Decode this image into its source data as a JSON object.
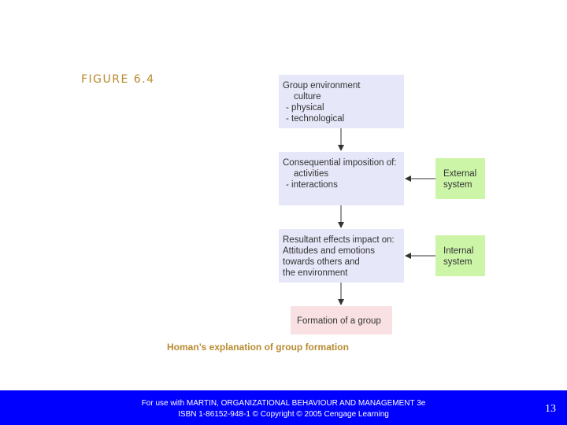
{
  "figure_label": "FIGURE 6.4",
  "caption": "Homan’s explanation of group formation",
  "boxes": {
    "environment": {
      "title": "Group environment",
      "items": [
        "culture",
        "- physical",
        "- technological"
      ]
    },
    "imposition": {
      "title": "Consequential imposition of:",
      "items": [
        "activities",
        "- interactions"
      ]
    },
    "effects": {
      "title": "Resultant effects impact on:",
      "items": [
        "Attitudes and emotions",
        "towards others and",
        "the environment"
      ]
    },
    "formation": {
      "title": "Formation of a group"
    },
    "external": {
      "line1": "External",
      "line2": "system"
    },
    "internal": {
      "line1": "Internal",
      "line2": "system"
    }
  },
  "footer": {
    "line1": "For use with MARTIN, ORGANIZATIONAL BEHAVIOUR AND MANAGEMENT 3e",
    "line2": "ISBN 1-86152-948-1 © Copyright © 2005 Cengage Learning",
    "page": "13"
  },
  "colors": {
    "accent": "#b88a2e",
    "blue_box": "#e6e7f8",
    "green_box": "#ccf5a8",
    "pink_box": "#f9e1e3",
    "footer_bg": "#0000ff"
  }
}
